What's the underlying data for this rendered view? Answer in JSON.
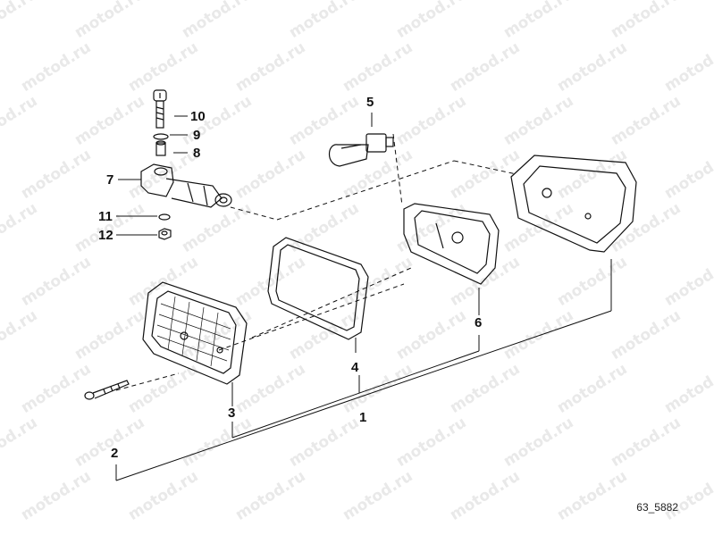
{
  "watermark": "motod.ru",
  "diagram_id": "63_5882",
  "callouts": [
    {
      "key": "part-1",
      "label": "1"
    },
    {
      "key": "part-2",
      "label": "2"
    },
    {
      "key": "part-3",
      "label": "3"
    },
    {
      "key": "part-4",
      "label": "4"
    },
    {
      "key": "part-5",
      "label": "5"
    },
    {
      "key": "part-6",
      "label": "6"
    },
    {
      "key": "part-7",
      "label": "7"
    },
    {
      "key": "part-8",
      "label": "8"
    },
    {
      "key": "part-9",
      "label": "9"
    },
    {
      "key": "part-10",
      "label": "10"
    },
    {
      "key": "part-11",
      "label": "11"
    },
    {
      "key": "part-12",
      "label": "12"
    }
  ]
}
